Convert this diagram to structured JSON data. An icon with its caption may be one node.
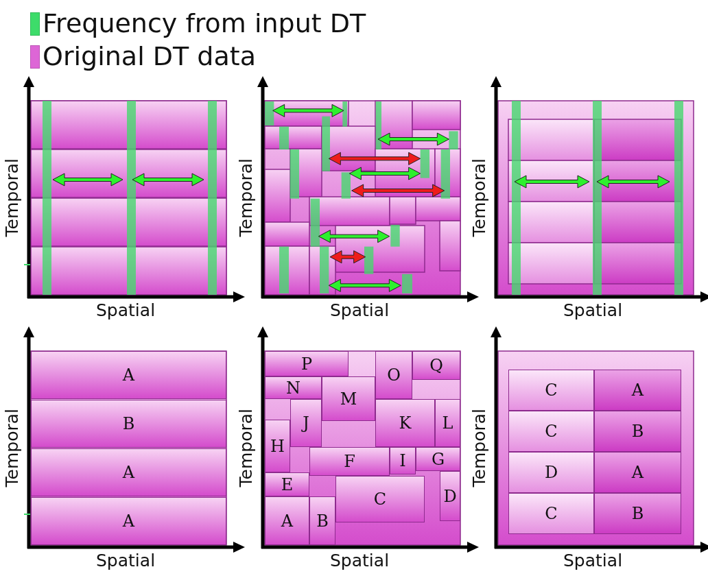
{
  "diagram": {
    "nodes": [
      {
        "text": [
          "A"
        ]
      },
      {
        "text": [
          "B"
        ]
      },
      {
        "text": [
          "A"
        ]
      },
      {
        "text": [
          "A"
        ]
      },
      {
        "text": [
          "P"
        ]
      },
      {
        "text": [
          "N"
        ]
      },
      {
        "text": [
          "O"
        ]
      },
      {
        "text": [
          "Q"
        ]
      },
      {
        "text": [
          "M"
        ]
      },
      {
        "text": [
          "J"
        ]
      },
      {
        "text": [
          "K"
        ]
      },
      {
        "text": [
          "L"
        ]
      },
      {
        "text": [
          "H"
        ]
      },
      {
        "text": [
          "F"
        ]
      },
      {
        "text": [
          "I"
        ]
      },
      {
        "text": [
          "G"
        ]
      },
      {
        "text": [
          "E"
        ]
      },
      {
        "text": [
          "C"
        ]
      },
      {
        "text": [
          "D"
        ]
      },
      {
        "text": [
          "A"
        ]
      },
      {
        "text": [
          "B"
        ]
      },
      {
        "text": [
          "C"
        ]
      },
      {
        "text": [
          "A"
        ]
      },
      {
        "text": [
          "C"
        ]
      },
      {
        "text": [
          "B"
        ]
      },
      {
        "text": [
          "D"
        ]
      },
      {
        "text": [
          "A"
        ]
      },
      {
        "text": [
          "C"
        ]
      },
      {
        "text": [
          "B"
        ]
      }
    ],
    "labels": [
      "Temporal",
      "Spatial",
      "Temporal",
      "Spatial",
      "Temporal",
      "Spatial",
      "Temporal",
      "Spatial",
      "Temporal",
      "Spatial",
      "Temporal",
      "Spatial"
    ],
    "legend": [
      {
        "text": "Frequency from input DT",
        "color": "#3ddc6a"
      },
      {
        "text": "Original DT data",
        "color": "#dd66d6"
      }
    ]
  }
}
